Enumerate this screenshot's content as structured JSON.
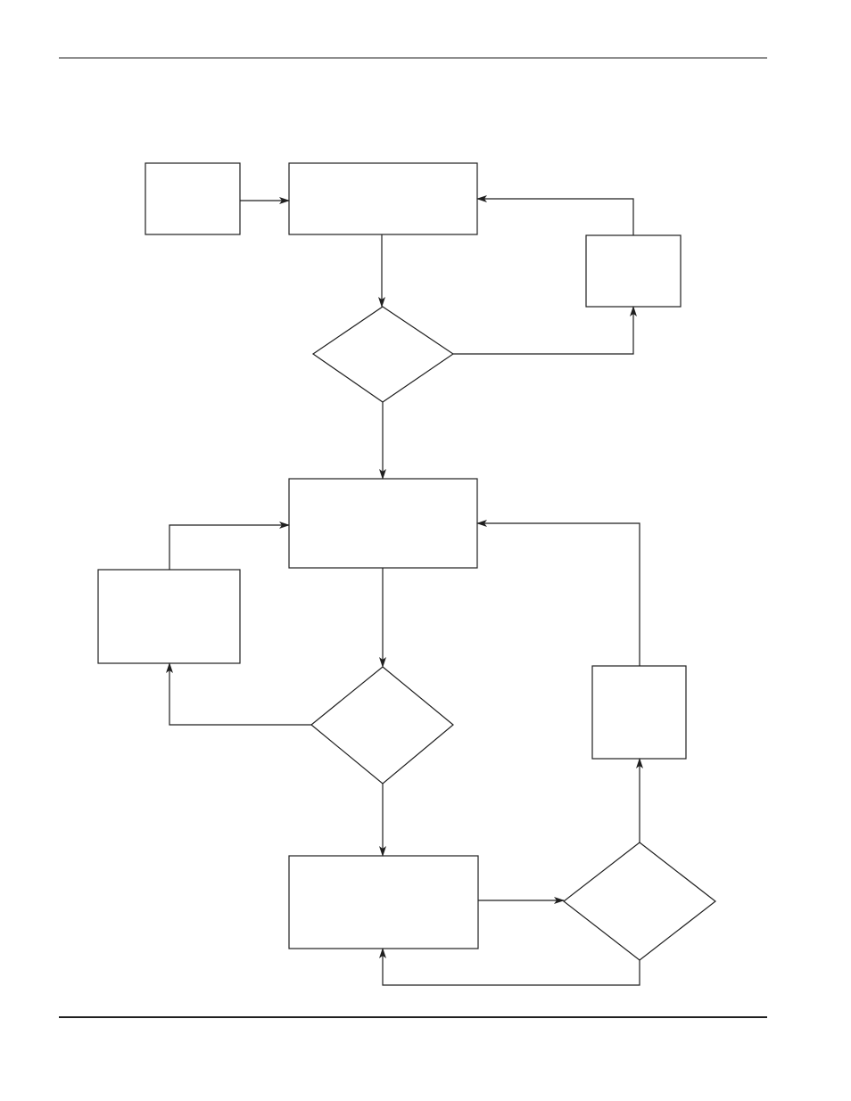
{
  "diagram": {
    "type": "flowchart",
    "line_color": "#1f1f1f",
    "background": "#ffffff",
    "nodes": [
      {
        "id": "start-box",
        "shape": "rectangle",
        "label": ""
      },
      {
        "id": "process-top",
        "shape": "rectangle",
        "label": ""
      },
      {
        "id": "side-box-top-right",
        "shape": "rectangle",
        "label": ""
      },
      {
        "id": "decision-1",
        "shape": "diamond",
        "label": ""
      },
      {
        "id": "process-middle",
        "shape": "rectangle",
        "label": ""
      },
      {
        "id": "side-box-left",
        "shape": "rectangle",
        "label": ""
      },
      {
        "id": "decision-2",
        "shape": "diamond",
        "label": ""
      },
      {
        "id": "side-box-right",
        "shape": "rectangle",
        "label": ""
      },
      {
        "id": "process-bottom",
        "shape": "rectangle",
        "label": ""
      },
      {
        "id": "decision-3",
        "shape": "diamond",
        "label": ""
      }
    ],
    "edges": [
      {
        "from": "start-box",
        "to": "process-top"
      },
      {
        "from": "process-top",
        "to": "decision-1"
      },
      {
        "from": "decision-1",
        "to": "side-box-top-right"
      },
      {
        "from": "side-box-top-right",
        "to": "process-top"
      },
      {
        "from": "decision-1",
        "to": "process-middle"
      },
      {
        "from": "process-middle",
        "to": "decision-2"
      },
      {
        "from": "decision-2",
        "to": "side-box-left"
      },
      {
        "from": "side-box-left",
        "to": "process-middle"
      },
      {
        "from": "decision-2",
        "to": "process-bottom"
      },
      {
        "from": "process-bottom",
        "to": "decision-3"
      },
      {
        "from": "decision-3",
        "to": "process-bottom"
      },
      {
        "from": "decision-3",
        "to": "side-box-right"
      },
      {
        "from": "side-box-right",
        "to": "process-middle"
      }
    ]
  }
}
